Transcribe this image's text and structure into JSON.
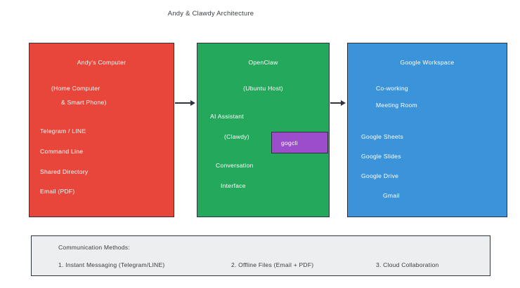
{
  "title": "Andy & Clawdy Architecture",
  "colors": {
    "red_node": "#e8463a",
    "green_node": "#24a85b",
    "blue_node": "#3b93d9",
    "purple_node": "#9b4dca",
    "border": "#2d3440",
    "panel_background": "#eceef0",
    "text_dark": "#3c4043",
    "text_light": "#ffffff",
    "canvas_background": "#ffffff"
  },
  "nodes": {
    "andys_computer": {
      "name": "Andy's Computer",
      "heading_lines": [
        "Andy's Computer",
        "(Home Computer",
        "& Smart Phone)"
      ],
      "items": [
        "Telegram / LINE",
        "Command Line",
        "Shared Directory",
        "Email (PDF)"
      ]
    },
    "openclaw": {
      "name": "OpenClaw",
      "heading_lines": [
        "OpenClaw",
        "(Ubuntu Host)"
      ],
      "items": [
        "AI Assistant",
        "(Clawdy)",
        "Conversation",
        "Interface"
      ]
    },
    "google_workspace": {
      "name": "Google Workspace",
      "heading_lines": [
        "Google Workspace"
      ],
      "items": [
        "Co-working",
        "Meeting Room",
        "Google Sheets",
        "Google Slides",
        "Google Drive",
        "Gmail"
      ]
    },
    "gogcli": {
      "label": "gogcli"
    }
  },
  "connectors": [
    {
      "from": "andys_computer",
      "to": "openclaw",
      "direction": "right"
    },
    {
      "from": "openclaw",
      "to": "google_workspace",
      "direction": "right"
    }
  ],
  "communication_panel": {
    "title": "Communication Methods:",
    "methods": [
      "1. Instant Messaging (Telegram/LINE)",
      "2. Offline Files (Email + PDF)",
      "3. Cloud Collaboration"
    ]
  }
}
